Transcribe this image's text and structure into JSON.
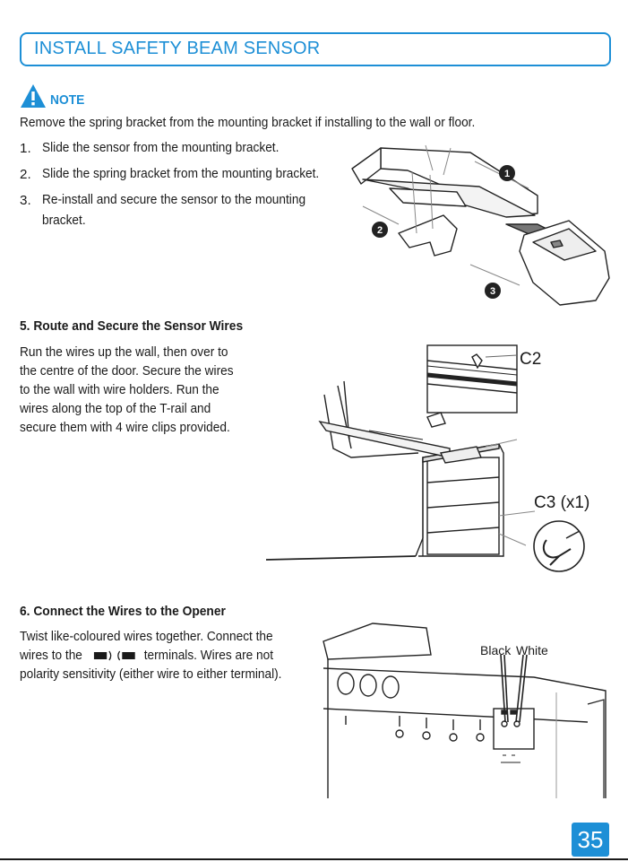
{
  "title": "INSTALL SAFETY BEAM SENSOR",
  "note": {
    "label": "NOTE",
    "text": "Remove the spring bracket from the mounting bracket if installing to the wall or floor."
  },
  "steps": [
    {
      "num": "1.",
      "lines": [
        "Slide the sensor from the mounting bracket."
      ]
    },
    {
      "num": "2.",
      "lines": [
        "Slide the spring bracket from the mounting bracket."
      ]
    },
    {
      "num": "3.",
      "lines": [
        "Re-install and secure the sensor to the mounting",
        "bracket."
      ]
    }
  ],
  "figure1": {
    "callouts": [
      "1",
      "2",
      "3"
    ]
  },
  "section5": {
    "heading": "5.  Route and Secure the Sensor Wires",
    "lines": [
      "Run the wires up the wall, then over to",
      "the centre of the door. Secure the wires",
      "to the wall with wire holders. Run the",
      "wires along the top of the T-rail and",
      "secure them with 4 wire clips provided."
    ],
    "labels": {
      "c2": "C2",
      "c3": "C3 (x1)"
    }
  },
  "section6": {
    "heading": "6.  Connect the Wires to the Opener",
    "line1": "Twist like-coloured wires together. Connect the",
    "line2_before": "wires to the",
    "line2_after": "terminals. Wires are not",
    "line3": "polarity sensitivity (either wire to either terminal).",
    "labels": {
      "black": "Black",
      "white": "White"
    }
  },
  "page_number": "35",
  "colors": {
    "accent": "#1d8fd6",
    "text": "#1a1a1a"
  }
}
